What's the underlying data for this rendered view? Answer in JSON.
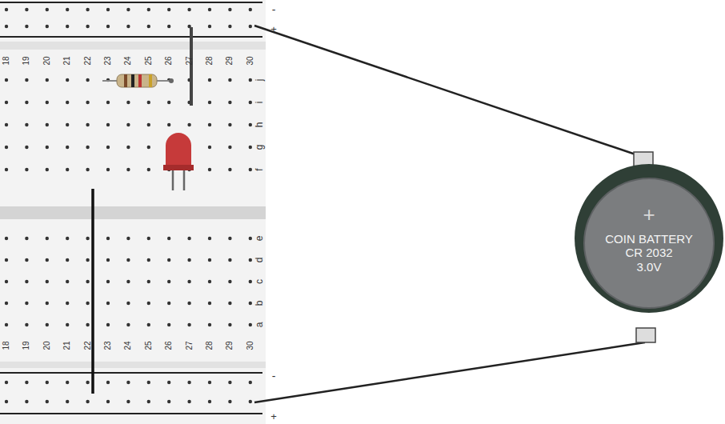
{
  "diagram": {
    "nodes": [
      {
        "text": [
          "+",
          "COIN BATTERY",
          "CR 2032",
          "3.0V"
        ]
      }
    ],
    "labels": [
      "-",
      "+",
      "18",
      "19",
      "20",
      "21",
      "22",
      "23",
      "24",
      "25",
      "26",
      "27",
      "28",
      "29",
      "30",
      "j",
      "i",
      "h",
      "g",
      "f",
      "e",
      "d",
      "c",
      "b",
      "a",
      "18",
      "19",
      "20",
      "21",
      "22",
      "23",
      "24",
      "25",
      "26",
      "27",
      "28",
      "29",
      "30",
      "-",
      "+"
    ]
  }
}
